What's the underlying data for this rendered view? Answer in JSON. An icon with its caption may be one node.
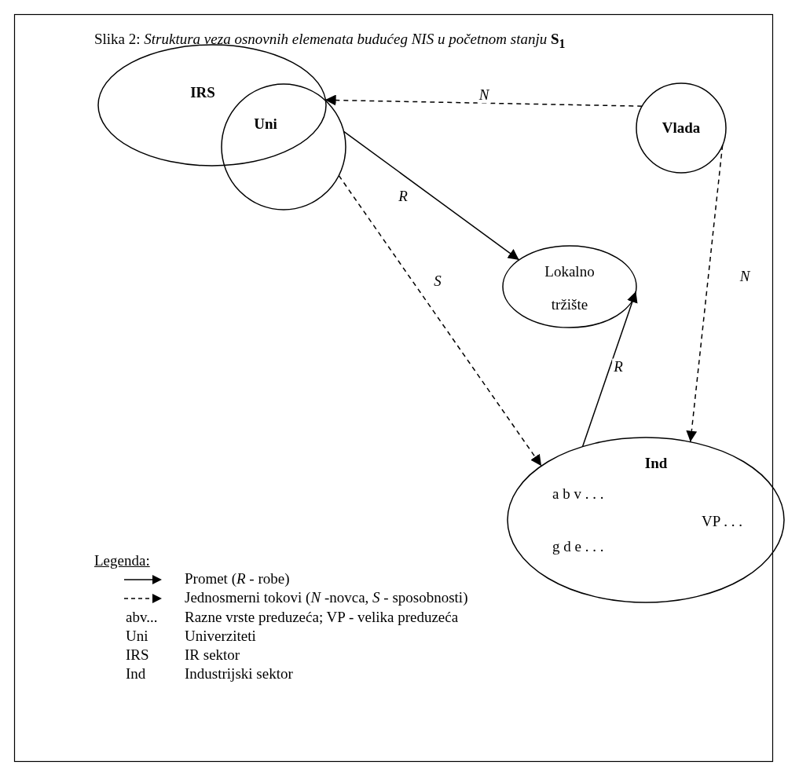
{
  "diagram": {
    "title": "Slika 2: *Struktura veza osnovnih elemenata budućeg NIS u početnom stanju* **S$_{1}$**",
    "nodes": [
      {
        "text": [
          "IRS"
        ]
      },
      {
        "text": [
          "Uni"
        ]
      },
      {
        "text": [
          "Vlada"
        ]
      },
      {
        "text": [
          "Lokalno tržište"
        ]
      },
      {
        "text": [
          "Ind",
          "a b v . . .",
          "VP . . .",
          "g d e . . ."
        ]
      }
    ],
    "edges": [
      {
        "from": 2,
        "to": 1,
        "arrow": "to",
        "style": "dashed",
        "label": "N"
      },
      {
        "from": 1,
        "to": 3,
        "arrow": "to",
        "label": "R"
      },
      {
        "from": 1,
        "to": 4,
        "arrow": "to",
        "style": "dashed",
        "label": "S"
      },
      {
        "from": 4,
        "to": 3,
        "arrow": "to",
        "label": "R"
      },
      {
        "from": 2,
        "to": 4,
        "arrow": "to",
        "style": "dashed",
        "label": "N"
      }
    ],
    "labels": [
      "Legenda:",
      "abv...",
      "Razne vrste preduzeća; VP - velika preduzeća",
      "Uni",
      "Univerziteti",
      "IRS",
      "IR sektor",
      "Ind",
      "Industrijski sektor"
    ],
    "legend": [
      {
        "text": "Promet (*R* - robe)"
      },
      {
        "text": "Jednosmerni tokovi (*N* -novca, *S* - sposobnosti)"
      }
    ]
  }
}
